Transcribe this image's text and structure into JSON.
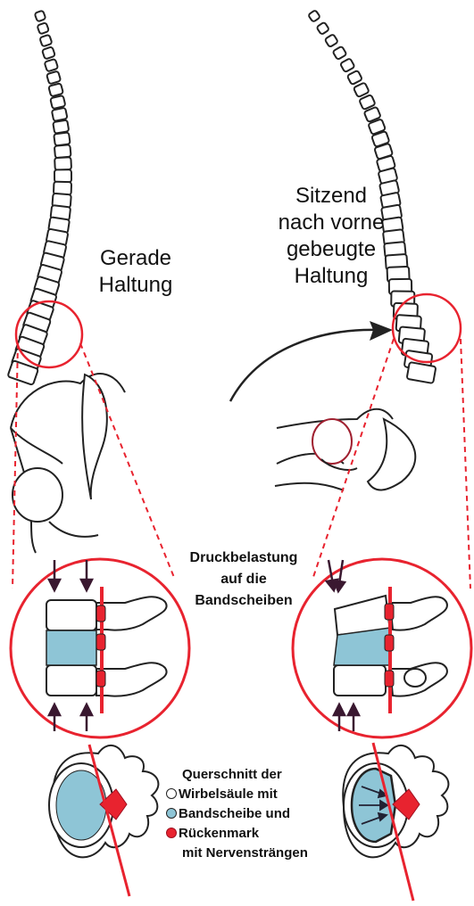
{
  "labels": {
    "straight": [
      "Gerade",
      "Haltung"
    ],
    "bent": [
      "Sitzend",
      "nach vorne",
      "gebeugte",
      "Haltung"
    ],
    "pressure": [
      "Druckbelastung",
      "auf die",
      "Bandscheiben"
    ]
  },
  "legend": {
    "title": "Querschnitt der",
    "items": [
      {
        "text": "Wirbelsäule mit",
        "icon": "white-circle-icon",
        "color": "#ffffff"
      },
      {
        "text": "Bandscheibe und",
        "icon": "blue-circle-icon",
        "color": "#8ec5d6"
      },
      {
        "text": "Rückenmark",
        "icon": "red-circle-icon",
        "color": "#e8232f"
      }
    ],
    "last": "mit Nervensträngen"
  },
  "colors": {
    "accent_red": "#e8232f",
    "disc_blue": "#8ec5d6",
    "outline": "#222222",
    "arrow": "#3a1830"
  }
}
